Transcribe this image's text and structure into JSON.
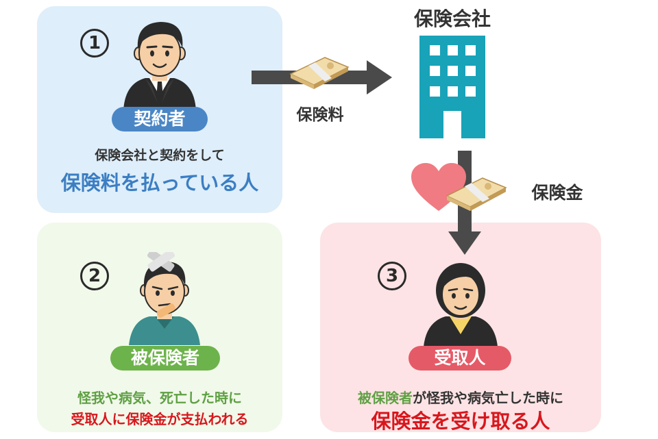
{
  "company": {
    "title": "保険会社"
  },
  "flows": {
    "premium_label": "保険料",
    "benefit_label": "保険金"
  },
  "panels": {
    "policyholder": {
      "number": "1",
      "role": "契約者",
      "line1": "保険会社と契約をして",
      "line2": "保険料を払っている人"
    },
    "insured": {
      "number": "2",
      "role": "被保険者",
      "line1": "怪我や病気、死亡した時に",
      "line2": "受取人に保険金が支払われる"
    },
    "beneficiary": {
      "number": "3",
      "role": "受取人",
      "line1_highlight": "被保険者",
      "line1_rest": "が怪我や病気亡した時に",
      "line2": "保険金を受け取る人"
    }
  },
  "colors": {
    "blue": "#3b7ec3",
    "green": "#5fa044",
    "red": "#d8171d",
    "building": "#18a3b8",
    "arrow": "#4a4a4a",
    "heart": "#f07b82",
    "money": "#e6c98a"
  }
}
